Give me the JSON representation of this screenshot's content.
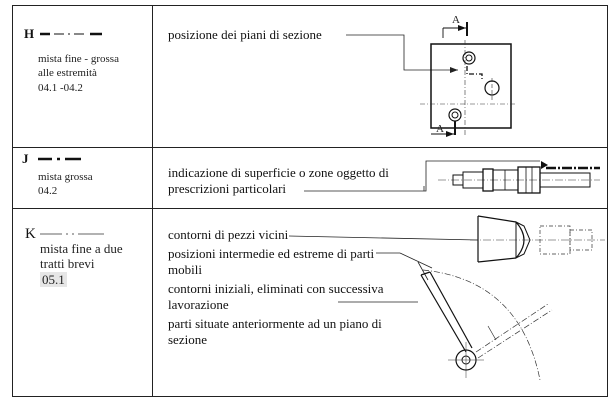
{
  "rows": [
    {
      "code": "H",
      "subtitle_lines": [
        "mista fine - grossa",
        "alle estremità"
      ],
      "ref": "04.1 -04.2",
      "description_lines": [
        "posizione dei piani di sezione"
      ],
      "drawing_labels": [
        "A",
        "A"
      ]
    },
    {
      "code": "J",
      "subtitle_lines": [
        "mista grossa"
      ],
      "ref": "04.2",
      "description_lines": [
        "indicazione di superficie o zone oggetto di",
        "prescrizioni particolari"
      ]
    },
    {
      "code": "K",
      "subtitle_lines": [
        "mista fine a due",
        "tratti brevi"
      ],
      "ref": "05.1",
      "description_lines": [
        "contorni di pezzi vicini",
        "posizioni intermedie ed estreme di parti",
        "mobili",
        "contorni iniziali, eliminati con successiva",
        "lavorazione",
        "parti situate anteriormente ad un piano di",
        "sezione"
      ]
    }
  ]
}
